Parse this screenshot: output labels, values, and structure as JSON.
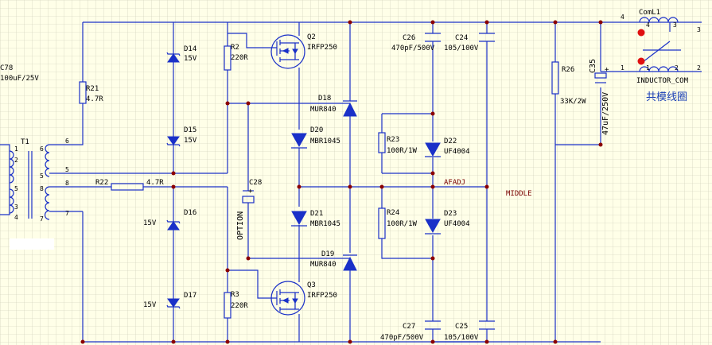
{
  "labels": {
    "c78_ref": "C78",
    "c78_val": "100uF/25V",
    "t1_ref": "T1",
    "t1_pins_left": [
      "1",
      "2",
      "5",
      "3",
      "4"
    ],
    "t1_pins_right": [
      "6",
      "5",
      "8",
      "7"
    ],
    "t1_net_nums": [
      "6",
      "5",
      "8",
      "7"
    ],
    "r21_ref": "R21",
    "r21_val": "4.7R",
    "r22_ref": "R22",
    "r22_val": "4.7R",
    "d14_ref": "D14",
    "d14_val": "15V",
    "d15_ref": "D15",
    "d15_val": "15V",
    "d16_ref": "D16",
    "d16_val": "15V",
    "d17_ref": "D17",
    "d17_val": "15V",
    "r2_ref": "R2",
    "r2_val": "220R",
    "r3_ref": "R3",
    "r3_val": "220R",
    "q2_ref": "Q2",
    "q2_val": "IRFP250",
    "q3_ref": "Q3",
    "q3_val": "IRFP250",
    "c28_ref": "C28",
    "c28_val": "OPTION",
    "c28_plus": "+",
    "d18_ref": "D18",
    "d18_val": "MUR840",
    "d19_ref": "D19",
    "d19_val": "MUR840",
    "d20_ref": "D20",
    "d20_val": "MBR1045",
    "d21_ref": "D21",
    "d21_val": "MBR1045",
    "r23_ref": "R23",
    "r23_val": "100R/1W",
    "r24_ref": "R24",
    "r24_val": "100R/1W",
    "d22_ref": "D22",
    "d22_val": "UF4004",
    "d23_ref": "D23",
    "d23_val": "UF4004",
    "c26_ref": "C26",
    "c26_val": "470pF/500V",
    "c27_ref": "C27",
    "c27_val": "470pF/500V",
    "c24_ref": "C24",
    "c24_val": "105/100V",
    "c25_ref": "C25",
    "c25_val": "105/100V",
    "net_afadj": "AFADJ",
    "net_middle": "MIDDLE",
    "r26_ref": "R26",
    "r26_val": "33K/2W",
    "c35_ref": "C35",
    "c35_val": "47uF/250V",
    "c35_plus": "+",
    "coml1_ref": "ComL1",
    "coml1_pins": [
      "4",
      "3",
      "1",
      "2"
    ],
    "coml1_val": "INDUCTOR_COM",
    "coml1_cn": "共模线圈",
    "out_pins": [
      "4",
      "3",
      "1",
      "2"
    ]
  }
}
